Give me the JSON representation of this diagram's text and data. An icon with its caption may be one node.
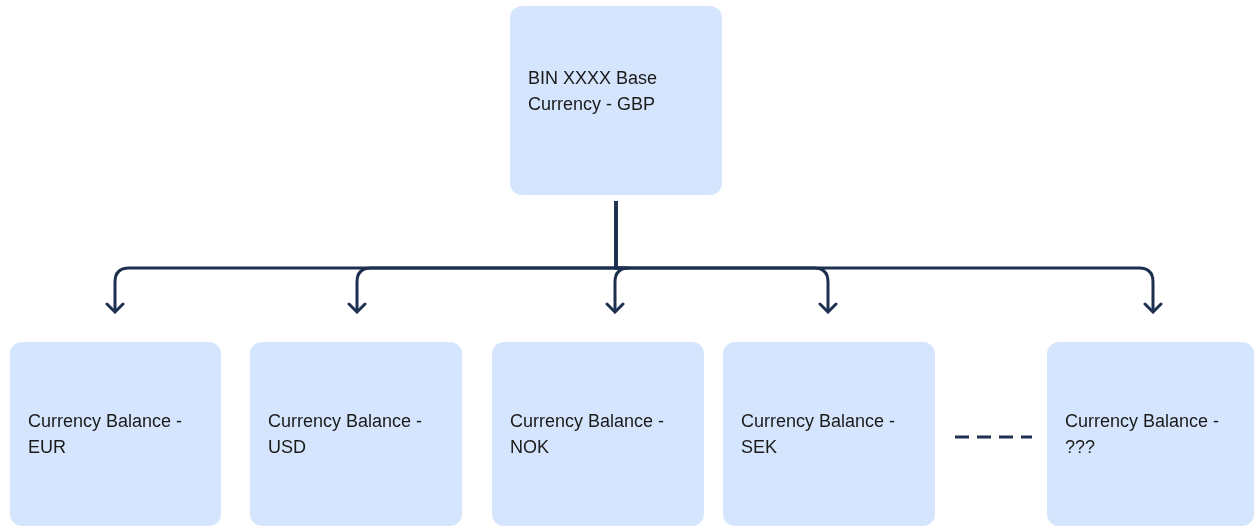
{
  "diagram": {
    "nodes": [
      {
        "text": [
          "BIN XXXX Base Currency - GBP"
        ]
      },
      {
        "text": [
          "Currency Balance - EUR"
        ]
      },
      {
        "text": [
          "Currency Balance - USD"
        ]
      },
      {
        "text": [
          "Currency Balance - NOK"
        ]
      },
      {
        "text": [
          "Currency Balance - SEK"
        ]
      },
      {
        "text": [
          "Currency Balance - ???"
        ]
      }
    ],
    "edges": [
      {
        "from": 0,
        "to": 1,
        "arrow": "to"
      },
      {
        "from": 0,
        "to": 2,
        "arrow": "to"
      },
      {
        "from": 0,
        "to": 3,
        "arrow": "to"
      },
      {
        "from": 0,
        "to": 4,
        "arrow": "to"
      },
      {
        "from": 0,
        "to": 5,
        "arrow": "to"
      },
      {
        "from": 4,
        "to": 5,
        "arrow": "none",
        "style": "dashed"
      }
    ]
  }
}
